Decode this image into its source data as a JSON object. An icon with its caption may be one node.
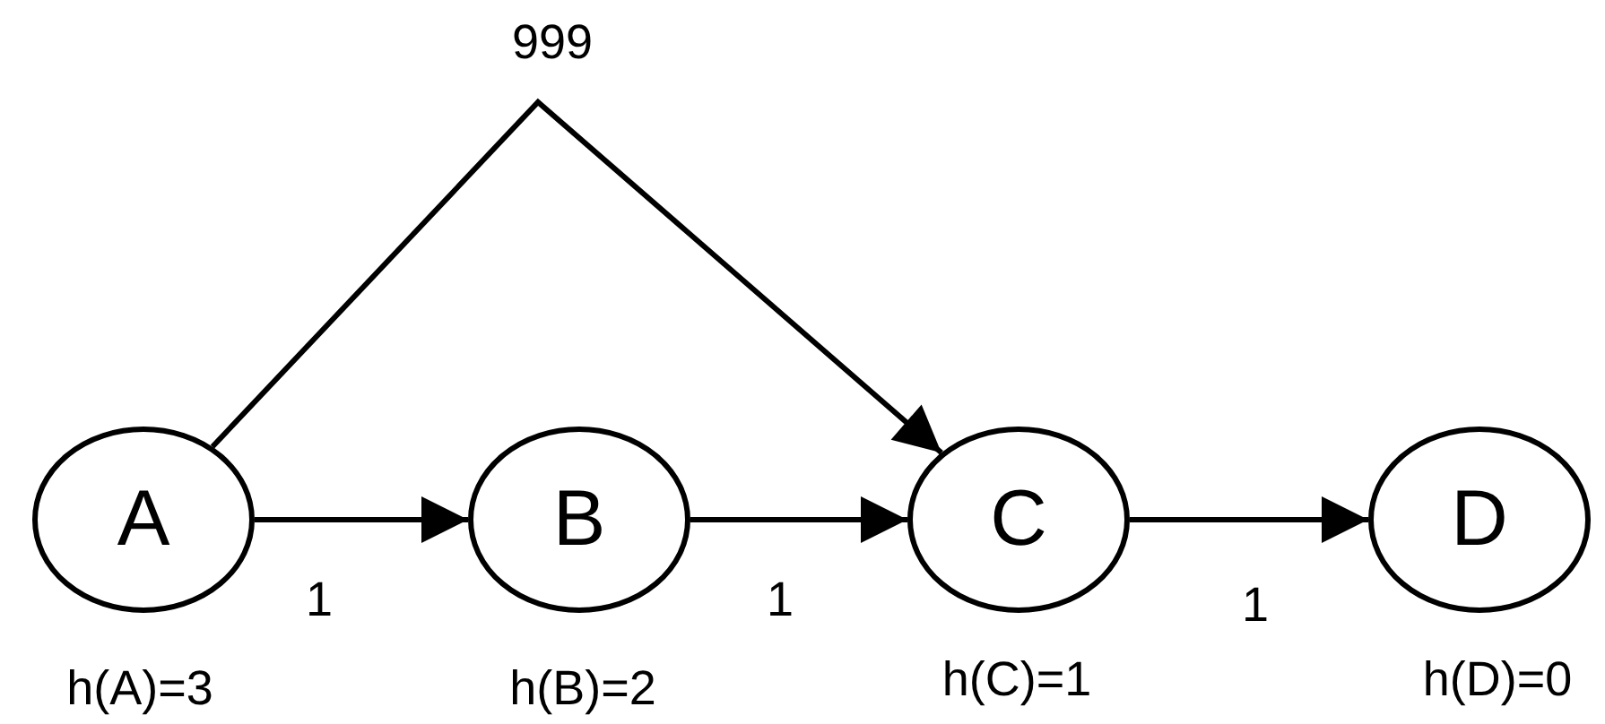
{
  "diagram": {
    "nodes": [
      {
        "text": [
          "A"
        ],
        "beside": [
          "h(A)=3"
        ]
      },
      {
        "text": [
          "B"
        ],
        "beside": [
          "h(B)=2"
        ]
      },
      {
        "text": [
          "C"
        ],
        "beside": [
          "h(C)=1"
        ]
      },
      {
        "text": [
          "D"
        ],
        "beside": [
          "h(D)=0"
        ]
      }
    ],
    "edges": [
      {
        "from": 0,
        "to": 1,
        "arrow": "to",
        "label": "1"
      },
      {
        "from": 1,
        "to": 2,
        "arrow": "to",
        "label": "1"
      },
      {
        "from": 2,
        "to": 3,
        "arrow": "to",
        "label": "1"
      },
      {
        "from": 0,
        "to": 2,
        "arrow": "to",
        "label": "999"
      }
    ]
  }
}
